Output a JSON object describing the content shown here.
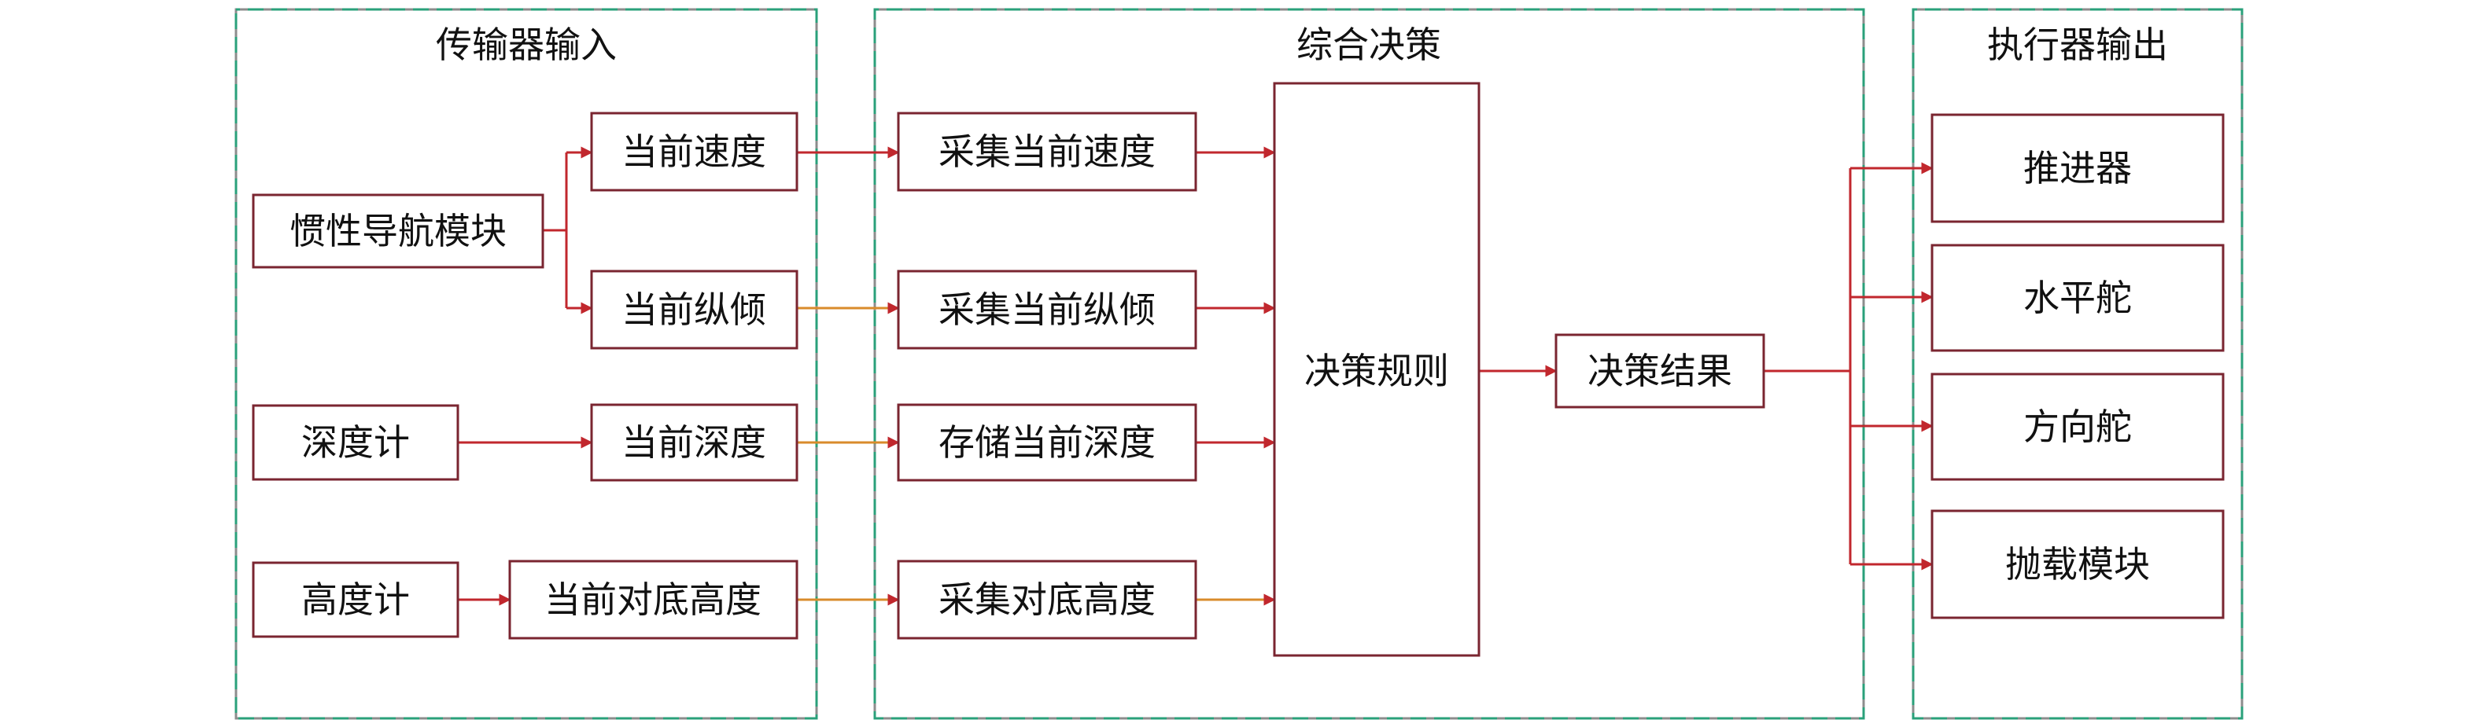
{
  "groups": {
    "sensor_input": {
      "title": "传输器输入"
    },
    "decision": {
      "title": "综合决策"
    },
    "actuator_output": {
      "title": "执行器输出"
    }
  },
  "sources": {
    "ins": "惯性导航模块",
    "depth_gauge": "深度计",
    "altimeter": "高度计"
  },
  "readings": {
    "speed": "当前速度",
    "pitch": "当前纵倾",
    "depth": "当前深度",
    "altitude": "当前对底高度"
  },
  "processing": {
    "collect_speed": "采集当前速度",
    "collect_pitch": "采集当前纵倾",
    "store_depth": "存储当前深度",
    "collect_altitude": "采集对底高度"
  },
  "decision_rules": "决策规则",
  "decision_result": "决策结果",
  "actuators": {
    "thruster": "推进器",
    "horizontal_rudder": "水平舵",
    "vertical_rudder": "方向舵",
    "release_module": "抛载模块"
  },
  "colors": {
    "box_border": "#7a2530",
    "connector_red": "#c1272d",
    "connector_orange": "#d98b2b",
    "dash_gray": "#8c8c8c",
    "dash_green": "#2aa07a"
  }
}
